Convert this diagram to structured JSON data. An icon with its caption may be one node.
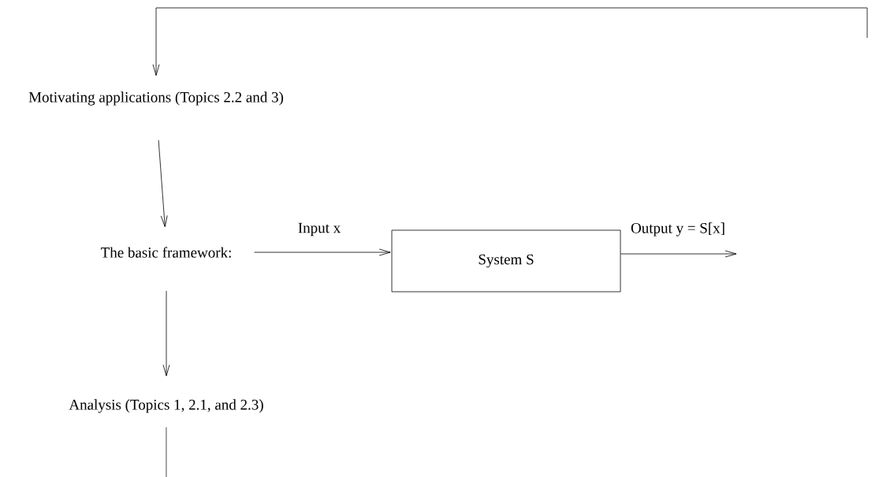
{
  "diagram": {
    "nodes": [
      {
        "text": [
          "Motivating applications (Topics 2.2 and 3)"
        ]
      },
      {
        "text": [
          "The basic framework:"
        ]
      },
      {
        "text": [
          "System S"
        ]
      },
      {
        "text": [
          "Analysis (Topics 1, 2.1, and 2.3)"
        ]
      }
    ],
    "edges": [
      {
        "from": null,
        "to": 0,
        "arrow": "to"
      },
      {
        "from": 0,
        "to": 1,
        "arrow": "to"
      },
      {
        "from": 1,
        "to": 2,
        "arrow": "to",
        "label": "Input x"
      },
      {
        "from": 2,
        "to": null,
        "arrow": "to",
        "label": "Output y = S[x]"
      },
      {
        "from": 1,
        "to": 3,
        "arrow": "to"
      },
      {
        "from": 3,
        "to": null,
        "arrow": "none"
      }
    ]
  }
}
